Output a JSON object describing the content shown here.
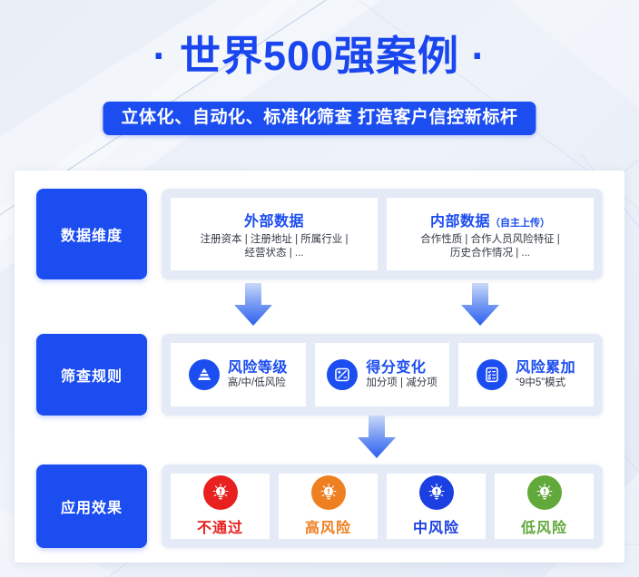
{
  "header": {
    "title": "· 世界500强案例 ·",
    "subtitle": "立体化、自动化、标准化筛查 打造客户信控新标杆"
  },
  "colors": {
    "brand_blue": "#1b4df0",
    "title_blue": "#1a46f0",
    "panel_bg": "#ffffff",
    "row_body_bg": "#e4eaf6",
    "page_bg": "#eaeff7",
    "red": "#e8201f",
    "orange": "#ef8022",
    "blue": "#1b3fe0",
    "green": "#62a93c"
  },
  "rows": [
    {
      "label": "数据维度",
      "cards": [
        {
          "head": "外部数据",
          "note": "",
          "lines": [
            "注册资本 | 注册地址 | 所属行业 |",
            "经营状态 | ..."
          ]
        },
        {
          "head": "内部数据",
          "note": "（自主上传）",
          "lines": [
            "合作性质 | 合作人员风险特征 |",
            "历史合作情况 | ..."
          ]
        }
      ]
    },
    {
      "label": "筛查规则",
      "cards": [
        {
          "icon": "pyramid-icon",
          "title": "风险等级",
          "sub": "高/中/低风险"
        },
        {
          "icon": "score-change-icon",
          "title": "得分变化",
          "sub": "加分项 | 减分项"
        },
        {
          "icon": "checklist-icon",
          "title": "风险累加",
          "sub": "“9中5”模式"
        }
      ]
    },
    {
      "label": "应用效果",
      "cards": [
        {
          "icon": "bulb-icon",
          "label": "不通过",
          "color": "#e8201f"
        },
        {
          "icon": "bulb-icon",
          "label": "高风险",
          "color": "#ef8022"
        },
        {
          "icon": "bulb-icon",
          "label": "中风险",
          "color": "#1b3fe0"
        },
        {
          "icon": "bulb-icon",
          "label": "低风险",
          "color": "#62a93c"
        }
      ]
    }
  ],
  "arrows": [
    {
      "name": "arrow-external-data-down"
    },
    {
      "name": "arrow-internal-data-down"
    },
    {
      "name": "arrow-rules-to-effects-down"
    }
  ]
}
